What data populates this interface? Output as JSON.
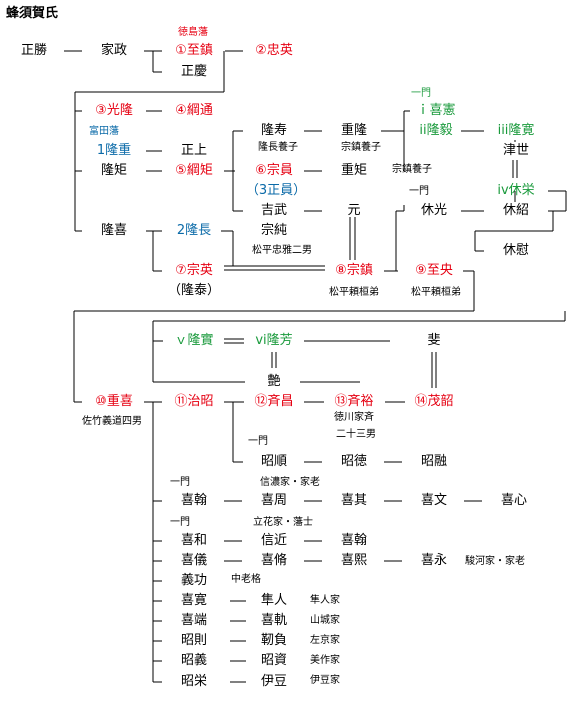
{
  "title": "蜂須賀氏",
  "colors": {
    "red": "#e60012",
    "blue": "#0a6aa8",
    "green": "#1a9a3c",
    "line": "#000000"
  },
  "labels": {
    "tokushima": "徳島藩",
    "tomita": "富田藩",
    "ichimon": "一門",
    "shinano_karo": "信濃家・家老",
    "tachibana": "立花家・藩士",
    "suruga_karo": "駿河家・家老",
    "satake": "佐竹義道四男",
    "munesuke_note": "松平忠雅二男",
    "yorihide_note1": "松平頼桓弟",
    "yorihide_note2": "松平頼桓弟",
    "tokugawa1": "徳川家斉",
    "tokugawa2": "二十三男",
    "takahisa_yoshi": "隆長養子",
    "munechin_yoshi1": "宗鎮養子",
    "munechin_yoshi2": "宗鎮養子",
    "nakaroku": "中老格",
    "hayatoke": "隼人家",
    "yamashiroke": "山城家",
    "sakyoke": "左京家",
    "mimasakake": "美作家",
    "izuke": "伊豆家"
  },
  "people": {
    "masakatsu": "正勝",
    "iemasa": "家政",
    "shigenobu": "①至鎮",
    "tadateru": "②忠英",
    "masayoshi": "正慶",
    "mitsutaka": "③光隆",
    "tsunamichi": "④綱通",
    "takashige": "1隆重",
    "masaue": "正上",
    "takanori": "隆矩",
    "tsunanori": "⑤綱矩",
    "takayoshi": "隆喜",
    "takanaga": "2隆長",
    "munekazu": "⑦宗英",
    "takayasu": "（隆泰）",
    "takahisa": "隆寿",
    "shigetaka": "重隆",
    "yoshitaka": "ｉ喜憲",
    "takayoshi2": "ii隆毅",
    "takahiro": "iii隆寛",
    "tsuyo": "津世",
    "muneyoshi": "⑥宗員",
    "sanmasakazu": "（3正員）",
    "shigenori": "重矩",
    "yoshitake": "吉武",
    "gen": "元",
    "kyumitsu": "休光",
    "munehide": "iv休栄",
    "yasutsugu": "休紹",
    "munesuke": "宗純",
    "munechin": "⑧宗鎮",
    "yoshihisa": "⑨至央",
    "kyui": "休慰",
    "takahiro2": "ｖ隆實",
    "takayoshi3": "vi隆芳",
    "hi": "斐",
    "tsuya": "艶",
    "shigeyoshi": "⑩重喜",
    "haruaki": "⑪治昭",
    "narimasa": "⑫斉昌",
    "narihiro": "⑬斉裕",
    "mochiaki": "⑭茂韶",
    "akimasa": "昭順",
    "akinori": "昭徳",
    "akitoshi": "昭融",
    "yoshikan": "喜翰",
    "yoshichika": "喜周",
    "yoshitomo": "喜其",
    "yoshifumi": "喜文",
    "yoshishin": "喜心",
    "yoshikazu": "喜和",
    "nobuchika": "信近",
    "yoshikan2": "喜翰",
    "yoshinori": "喜儀",
    "yoshiyuki": "喜脩",
    "yoshihiro": "喜熙",
    "yoshinaga": "喜永",
    "yoshikatsu": "義功",
    "yoshihiro2": "喜寛",
    "hayato": "隼人",
    "yoshihata": "喜端",
    "yoshinori2": "喜軌",
    "akinori2": "昭則",
    "yukie": "靭負",
    "akiyoshi": "昭義",
    "akisuke": "昭資",
    "akihide": "昭栄",
    "izu": "伊豆"
  }
}
